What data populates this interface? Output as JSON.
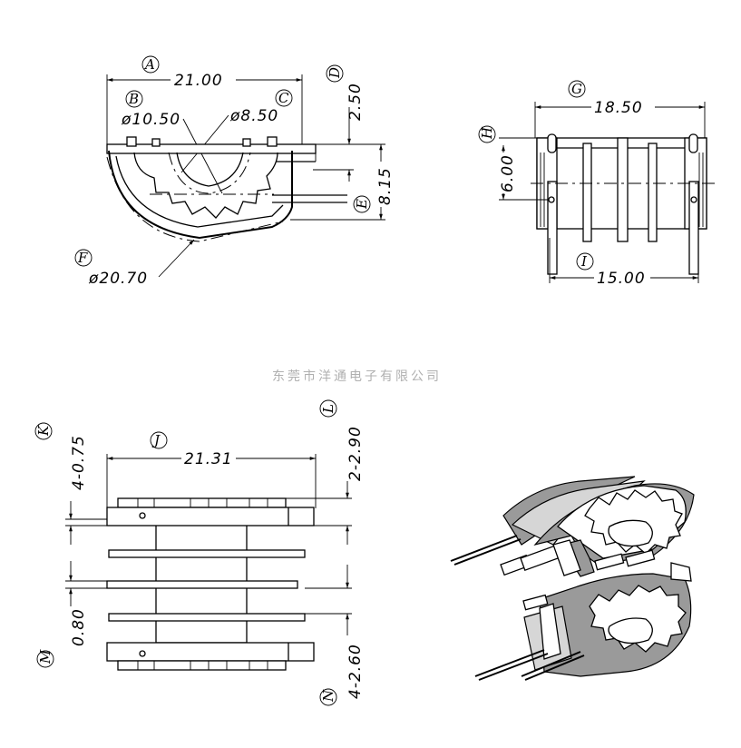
{
  "watermark": "东莞市洋通电子有限公司",
  "top_view": {
    "labels": {
      "A": "A",
      "B": "B",
      "C": "C",
      "D": "D",
      "E": "E",
      "F": "F"
    },
    "dims": {
      "width": "21.00",
      "d_outer_hole": "ø10.50",
      "d_inner_hole": "ø8.50",
      "top_height": "2.50",
      "total_height": "8.15",
      "d_outer": "ø20.70"
    }
  },
  "side_view": {
    "labels": {
      "G": "G",
      "H": "H",
      "I": "I"
    },
    "dims": {
      "width": "18.50",
      "pin_height": "6.00",
      "pin_span": "15.00"
    }
  },
  "bottom_view": {
    "labels": {
      "J": "J",
      "K": "K",
      "L": "L",
      "M": "M",
      "N": "N"
    },
    "dims": {
      "width": "21.31",
      "k": "4-0.75",
      "l": "2-2.90",
      "m": "0.80",
      "n": "4-2.60"
    }
  },
  "iso_view": {}
}
